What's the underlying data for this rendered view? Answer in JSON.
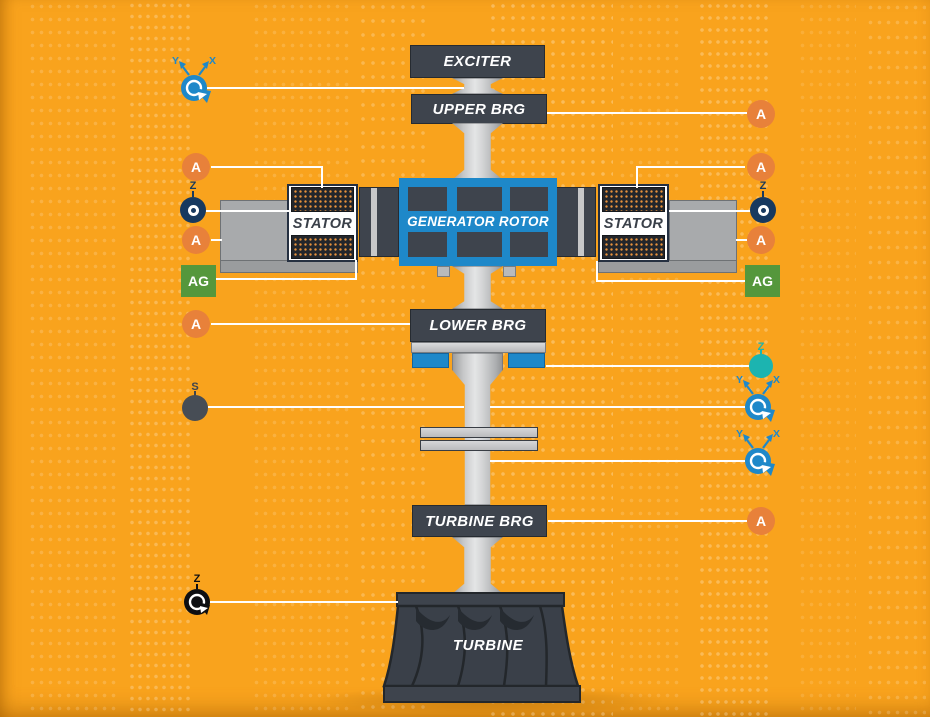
{
  "machine": {
    "exciter_label": "EXCITER",
    "upper_bearing_label": "UPPER BRG",
    "stator_left_label": "STATOR",
    "stator_right_label": "STATOR",
    "generator_rotor_label": "GENERATOR ROTOR",
    "lower_bearing_label": "LOWER BRG",
    "turbine_bearing_label": "TURBINE BRG",
    "turbine_label": "TURBINE"
  },
  "sensors": {
    "exciter_xy_probe": {
      "y_label": "Y",
      "x_label": "X"
    },
    "upper_bearing_accel": {
      "label": "A"
    },
    "left_stator_top_accel": {
      "label": "A"
    },
    "left_stator_prox_z": {
      "label": "Z"
    },
    "left_frame_accel": {
      "label": "A"
    },
    "left_air_gap": {
      "label": "AG"
    },
    "right_stator_top_accel": {
      "label": "A"
    },
    "right_stator_prox_z": {
      "label": "Z"
    },
    "right_frame_accel": {
      "label": "A"
    },
    "right_air_gap": {
      "label": "AG"
    },
    "lower_bearing_accel": {
      "label": "A"
    },
    "thrust_prox_z": {
      "label": "Z"
    },
    "speed_sensor": {
      "label": "S"
    },
    "shaft_xy_probe_upper": {
      "y_label": "Y",
      "x_label": "X"
    },
    "shaft_xy_probe_lower": {
      "y_label": "Y",
      "x_label": "X"
    },
    "turbine_bearing_accel": {
      "label": "A"
    },
    "turbine_keyphasor_z": {
      "label": "Z"
    }
  },
  "colors": {
    "background": "#F9A31D",
    "charcoal_box": "#3E444D",
    "accent_blue": "#1E88C9",
    "accent_teal": "#1CB4B0",
    "accent_orange": "#E8813A",
    "accent_green": "#55973C",
    "navy_probe": "#17395F",
    "keyphasor_black": "#0E0F12",
    "leader_line": "#FFFFFF",
    "shaft_gray": "#C9CACB",
    "housing_gray": "#A8AAAC"
  }
}
